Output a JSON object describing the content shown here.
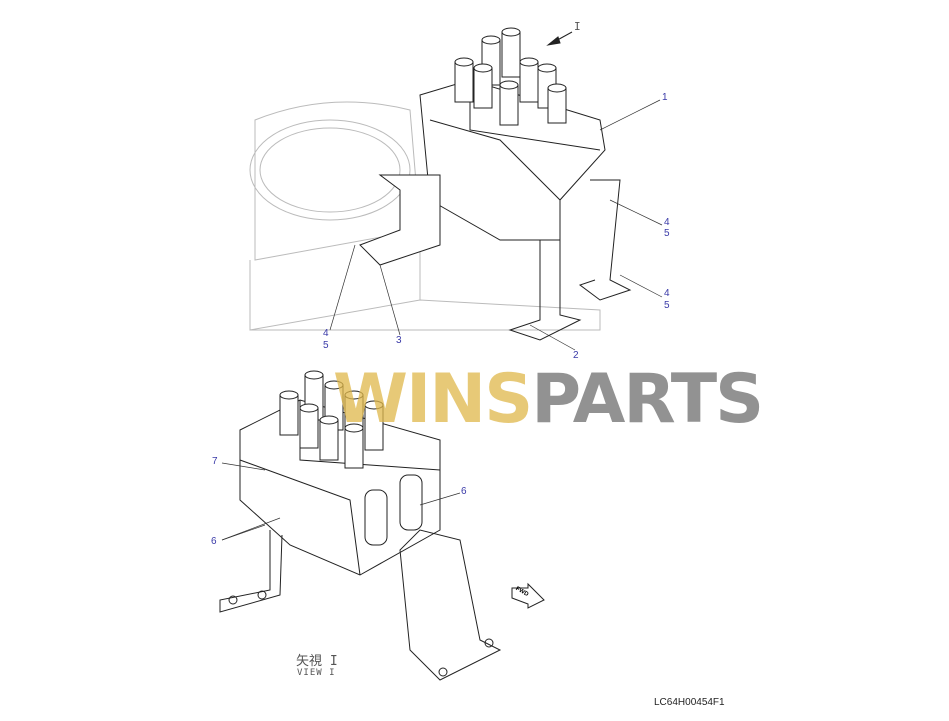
{
  "diagram": {
    "callouts": {
      "c1": "1",
      "c2": "2",
      "c3": "3",
      "c4a": "4",
      "c5a": "5",
      "c4b": "4",
      "c5b": "5",
      "c4c": "4",
      "c5c": "5",
      "c6a": "6",
      "c6b": "6",
      "c7": "7"
    },
    "view_arrow_label": "I",
    "view_label_jp": "矢視 I",
    "view_label_en": "VIEW I",
    "fwd_label": "FWD",
    "drawing_code": "LC64H00454F1",
    "watermark": {
      "part1": "WINS",
      "part2": "PARTS"
    }
  }
}
